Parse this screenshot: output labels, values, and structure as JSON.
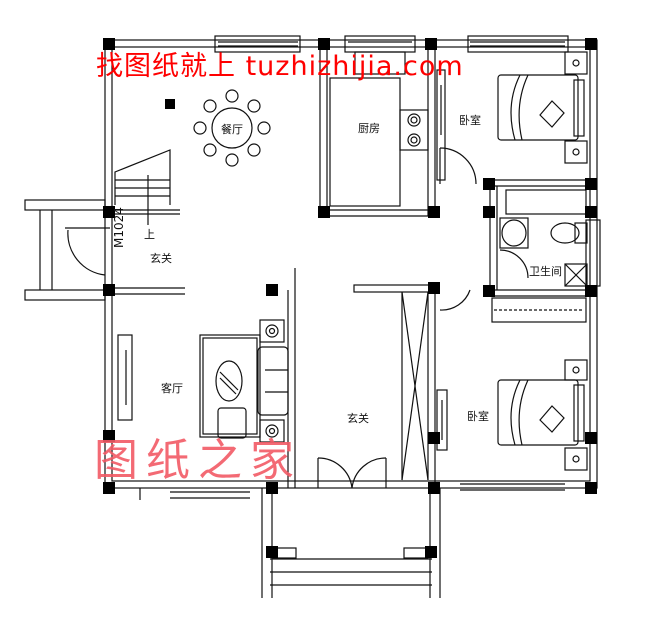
{
  "watermarks": {
    "top": "找图纸就上 tuzhizhijia.com",
    "bottom": "图纸之家"
  },
  "rooms": {
    "dining": "餐厅",
    "kitchen": "厨房",
    "bedroom_top": "卧室",
    "bathroom": "卫生间",
    "foyer_left": "玄关",
    "stair_up": "上",
    "living": "客厅",
    "foyer_center": "玄关",
    "bedroom_bottom": "卧室"
  },
  "door_code": "M1024",
  "colors": {
    "line": "#111111",
    "column": "#000000",
    "watermark_top": "#ff0000",
    "watermark_bottom": "#f25a66"
  }
}
